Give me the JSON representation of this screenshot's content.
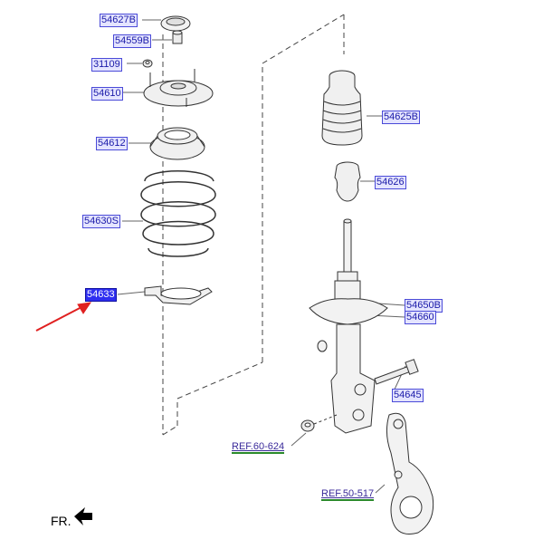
{
  "part_labels": {
    "p54627b": "54627B",
    "p54559b": "54559B",
    "p31109": "31109",
    "p54610": "54610",
    "p54612": "54612",
    "p54630s": "54630S",
    "p54633": "54633",
    "p54625b": "54625B",
    "p54626": "54626",
    "p54650b": "54650B",
    "p54660": "54660",
    "p54645": "54645"
  },
  "references": {
    "ref_60_624": "REF.60-624",
    "ref_50_517": "REF.50-517"
  },
  "direction_label": "FR.",
  "colors": {
    "highlight_arrow": "#e02020",
    "label_fill": "#e4e4ff",
    "label_border": "#4a4ad8",
    "selected_fill": "#2e2ef0",
    "ref_underline": "#2a8a2a"
  }
}
